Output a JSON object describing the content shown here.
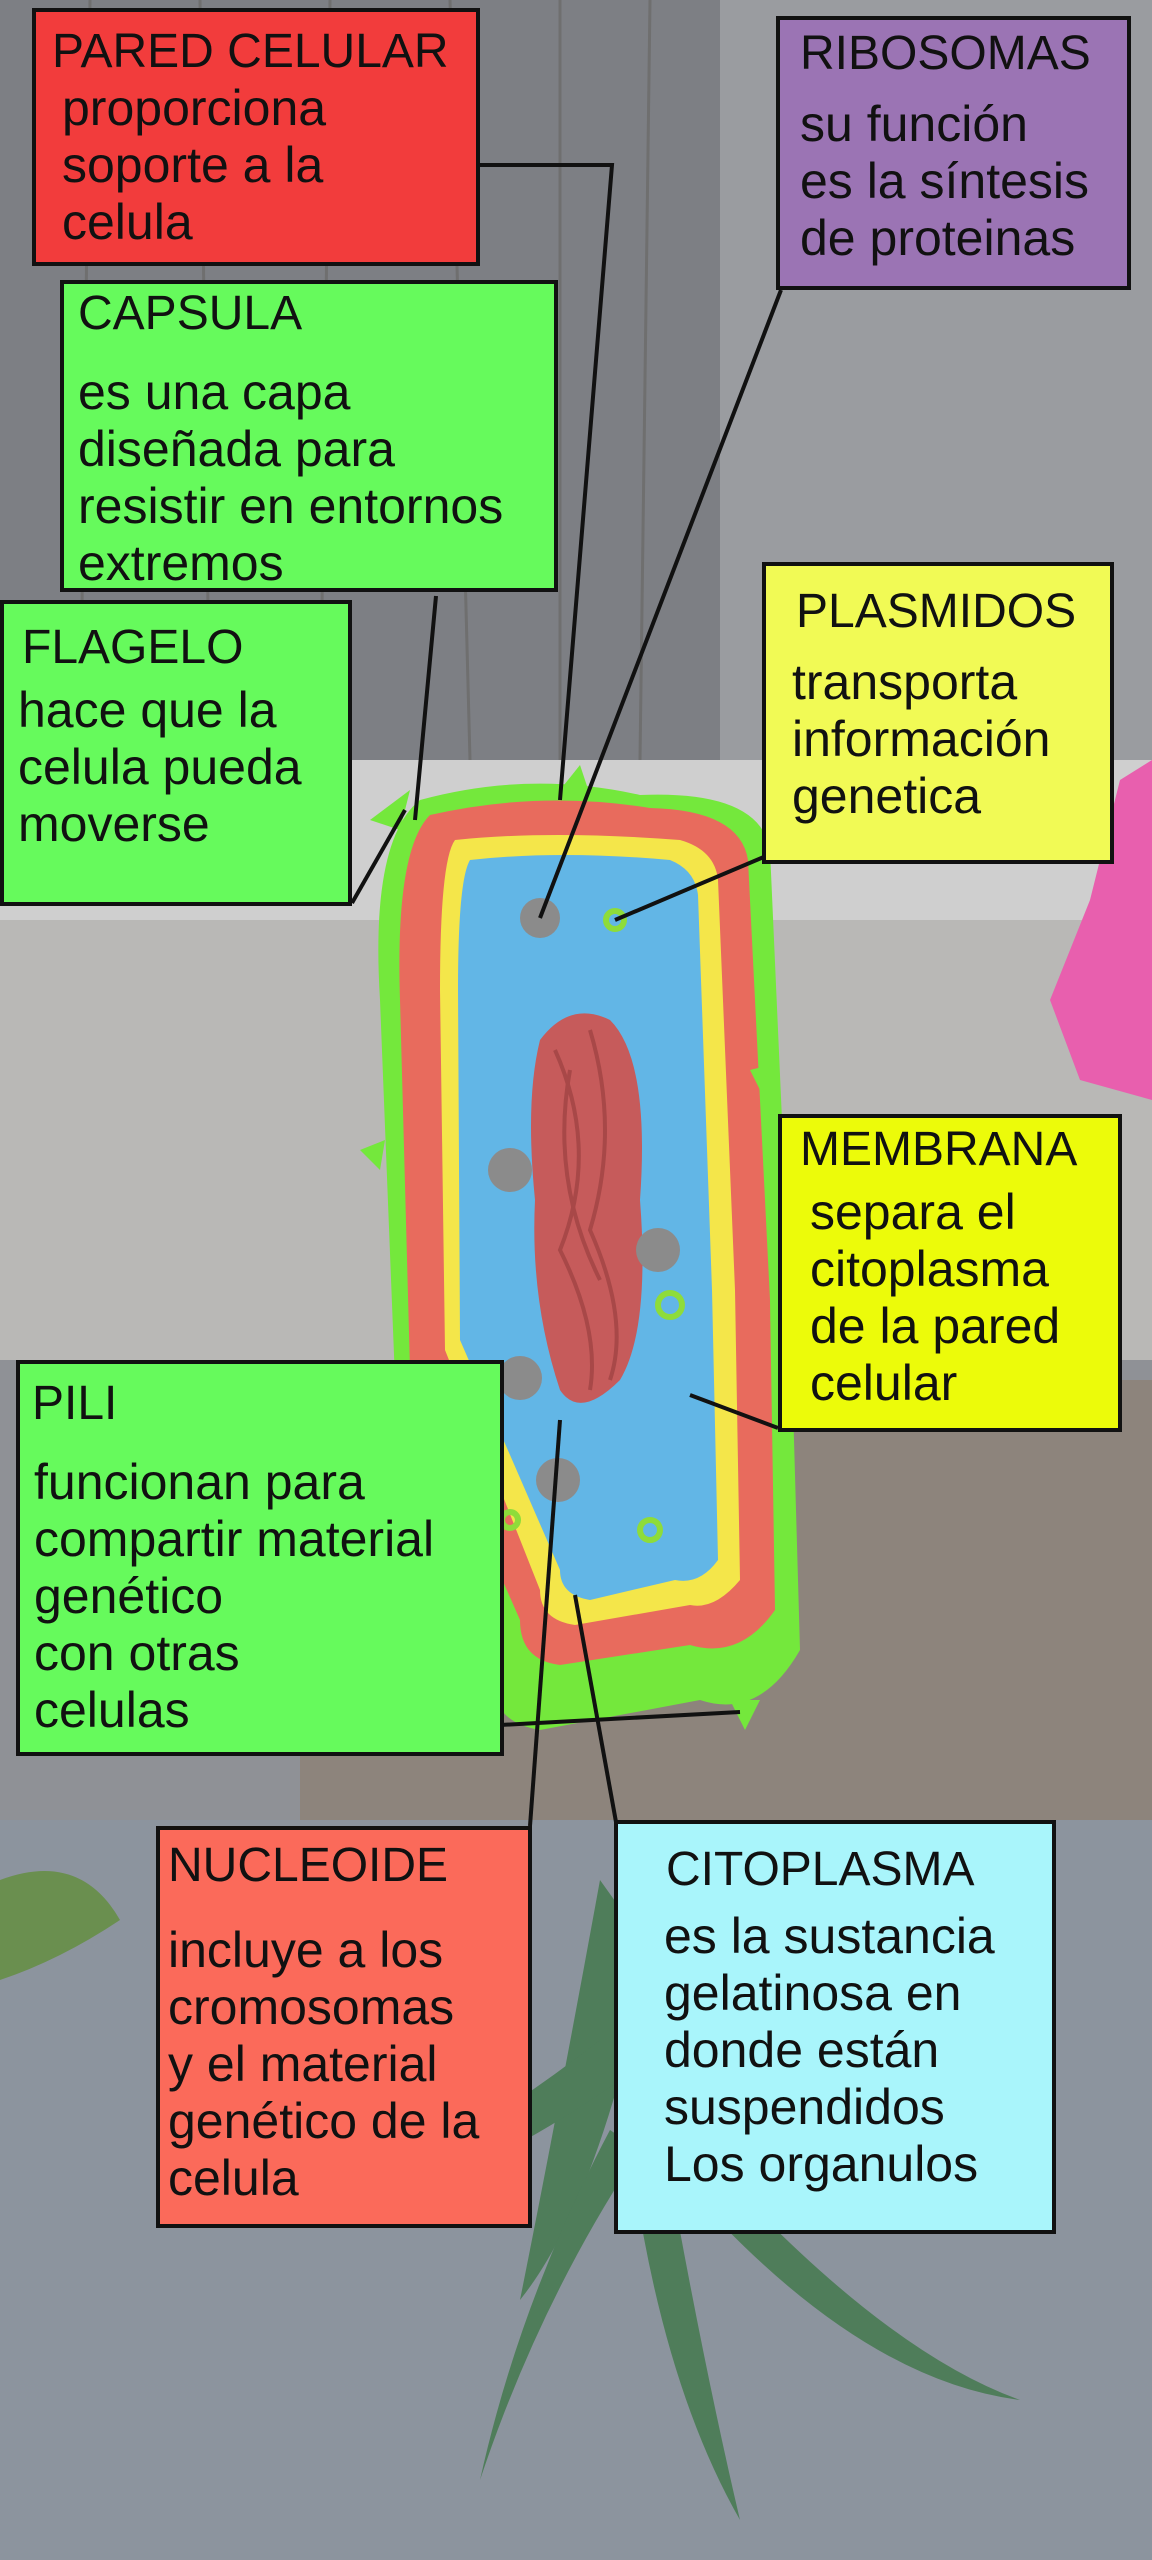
{
  "colors": {
    "red_box": "#f23c3c",
    "purple_box": "#9b74b4",
    "green_box": "#66fa5c",
    "yellow_box": "#f1fa55",
    "membrane_box": "#ecfb0a",
    "salmon_box": "#fb6a5a",
    "cyan_box": "#a9f5fb",
    "cell_wall": "#e86b5d",
    "capsule": "#74e83c",
    "cytoplasm": "#62b6e6",
    "membrane": "#f4e64a",
    "nucleoid": "#c65b5b",
    "ribosome": "#8b8b8b"
  },
  "labels": {
    "pared": {
      "title": "PARED CELULAR",
      "desc": "proporciona\nsoporte a la\ncelula"
    },
    "ribosomas": {
      "title": "RIBOSOMAS",
      "desc": "su función\nes la síntesis\nde proteinas"
    },
    "capsula": {
      "title": "CAPSULA",
      "desc": "es una capa\ndiseñada para\nresistir en entornos\nextremos"
    },
    "flagelo": {
      "title": "FLAGELO",
      "desc": "hace que la\ncelula pueda\nmoverse"
    },
    "plasmidos": {
      "title": "PLASMIDOS",
      "desc": "transporta\ninformación\ngenetica"
    },
    "membrana": {
      "title": "MEMBRANA",
      "desc": "separa el\ncitoplasma\nde la pared\ncelular"
    },
    "pili": {
      "title": "PILI",
      "desc": "funcionan para\ncompartir material\ngenético\ncon otras\ncelulas"
    },
    "nucleoide": {
      "title": "NUCLEOIDE",
      "desc": "incluye a los\ncromosomas\ny el material\ngenético de la\ncelula"
    },
    "citoplasma": {
      "title": "CITOPLASMA",
      "desc": "es la sustancia\ngelatinosa en\ndonde están\nsuspendidos\nLos organulos"
    }
  }
}
